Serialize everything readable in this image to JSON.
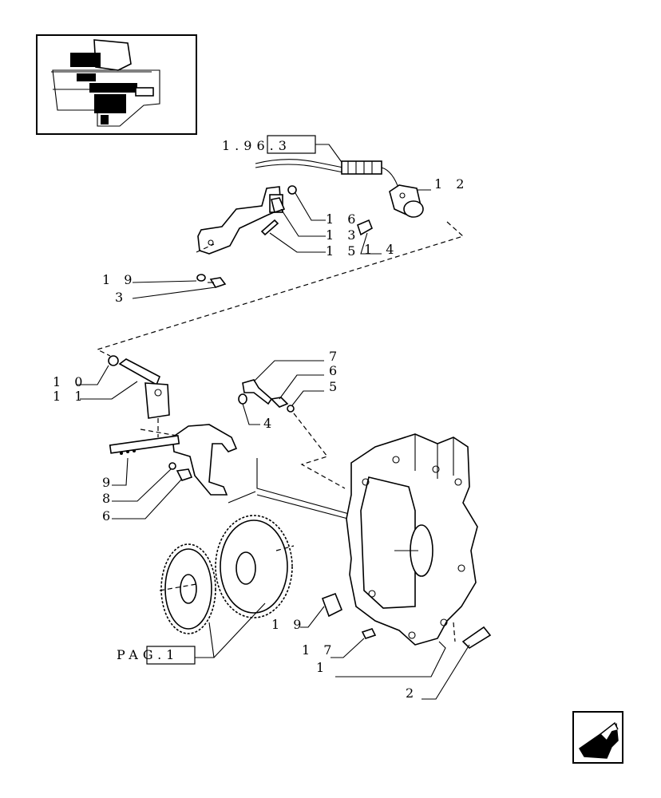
{
  "references": {
    "group_ref": "1.96.3",
    "page_ref": "PAG.1"
  },
  "callouts": [
    {
      "id": "c12",
      "text": "1 2"
    },
    {
      "id": "c16",
      "text": "1 6"
    },
    {
      "id": "c13",
      "text": "1 3"
    },
    {
      "id": "c15",
      "text": "1 5"
    },
    {
      "id": "c14",
      "text": "1 4"
    },
    {
      "id": "c19a",
      "text": "1 9"
    },
    {
      "id": "c3",
      "text": "3"
    },
    {
      "id": "c10",
      "text": "1 0"
    },
    {
      "id": "c11",
      "text": "1 1"
    },
    {
      "id": "c7",
      "text": "7"
    },
    {
      "id": "c6a",
      "text": "6"
    },
    {
      "id": "c5",
      "text": "5"
    },
    {
      "id": "c4",
      "text": "4"
    },
    {
      "id": "c9",
      "text": "9"
    },
    {
      "id": "c8",
      "text": "8"
    },
    {
      "id": "c6b",
      "text": "6"
    },
    {
      "id": "c19b",
      "text": "1 9"
    },
    {
      "id": "c17",
      "text": "1 7"
    },
    {
      "id": "c1",
      "text": "1"
    },
    {
      "id": "c2",
      "text": "2"
    }
  ],
  "icons": {
    "thumbnail": "assembly-thumbnail",
    "nav": "back-arrow-icon"
  }
}
